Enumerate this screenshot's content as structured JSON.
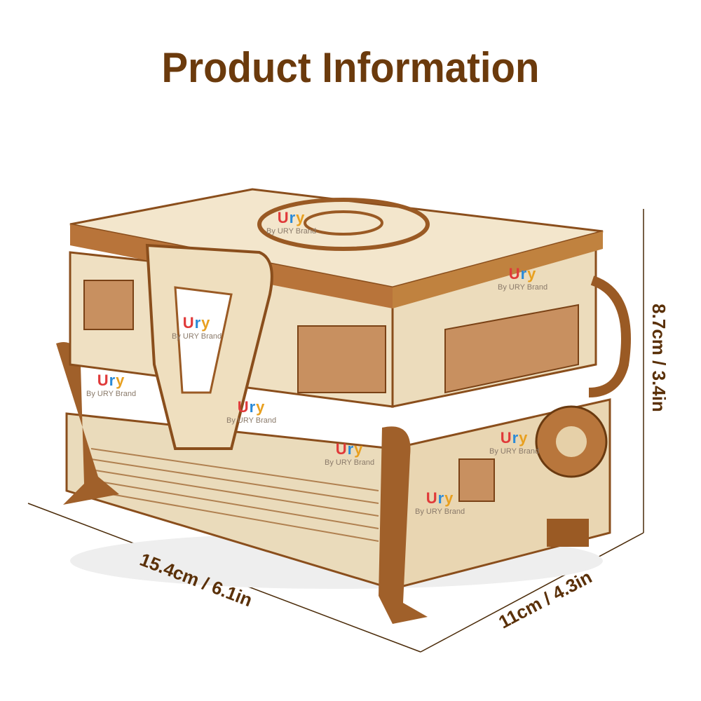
{
  "title": "Product Information",
  "dimensions": {
    "length": "15.4cm / 6.1in",
    "width": "11cm / 4.3in",
    "height": "8.7cm / 3.4in"
  },
  "watermark": {
    "logo": "Ury",
    "text": "By URY Brand"
  },
  "colors": {
    "title": "#6b3a0c",
    "wood_light": "#f1e2c6",
    "wood_dark": "#9a5a24"
  }
}
